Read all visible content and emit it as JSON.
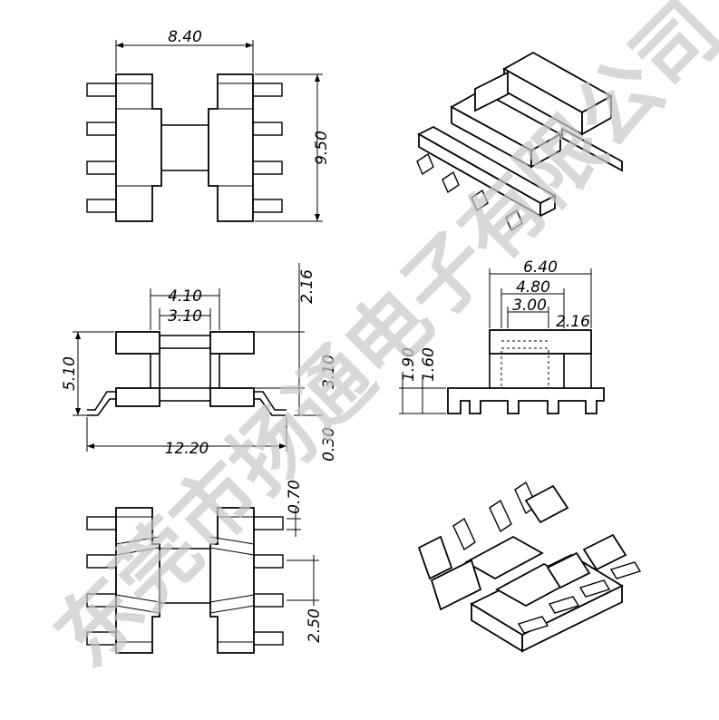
{
  "watermark": "东莞市扬通电子有限公司",
  "dimensions": {
    "top_width": "8.40",
    "top_height": "9.50",
    "side_outer": "4.10",
    "side_inner": "3.10",
    "side_height": "5.10",
    "side_total": "12.20",
    "side_r1": "2.16",
    "side_r2": "3.10",
    "side_r3": "0.30",
    "front_w1": "6.40",
    "front_w2": "4.80",
    "front_w3": "3.00",
    "front_w4": "2.16",
    "front_h1": "1.90",
    "front_h2": "1.60",
    "bottom_gap": "0.70",
    "bottom_pitch": "2.50"
  }
}
